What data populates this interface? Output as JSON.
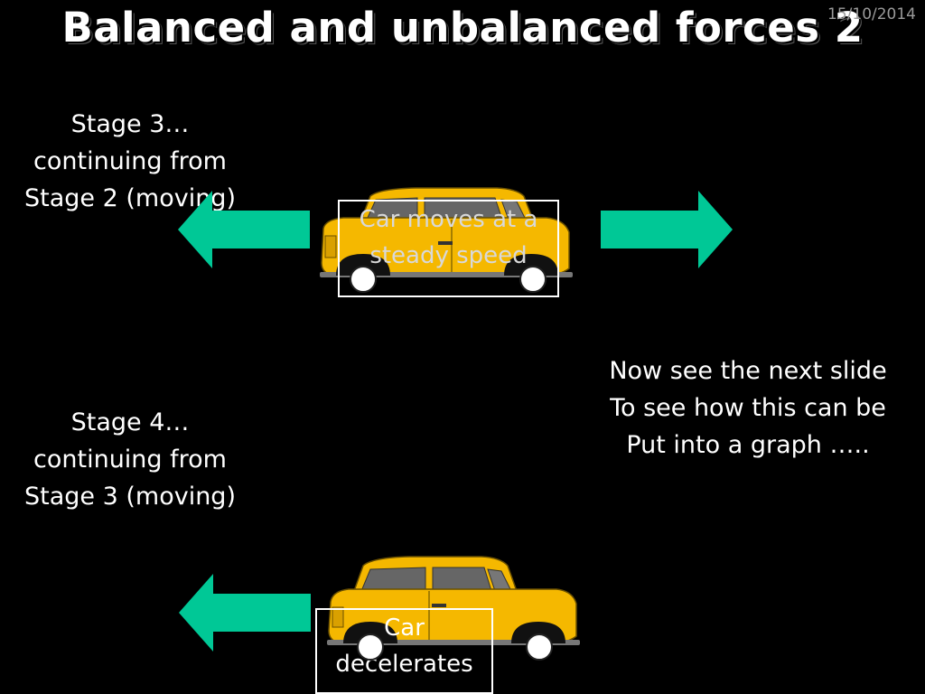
{
  "slide": {
    "title": "Balanced and unbalanced forces 2",
    "date": "15/10/2014"
  },
  "stage3": {
    "lines": [
      "Stage 3…",
      "continuing from",
      "Stage 2 (moving)"
    ],
    "box_lines": [
      "Car moves at a",
      "steady speed"
    ]
  },
  "stage4": {
    "lines": [
      "Stage 4…",
      "continuing from",
      "Stage 3 (moving)"
    ],
    "box_lines": [
      "Car",
      "decelerates"
    ]
  },
  "note": {
    "lines": [
      "Now see the next slide",
      "To see how this can be",
      "Put into a graph ….."
    ]
  },
  "colors": {
    "background": "#000000",
    "arrow": "#00c896",
    "car_body": "#f5b800",
    "text": "#ffffff"
  },
  "icons": {
    "arrow_left": "arrow-left-icon",
    "arrow_right": "arrow-right-icon",
    "car": "car-icon"
  }
}
